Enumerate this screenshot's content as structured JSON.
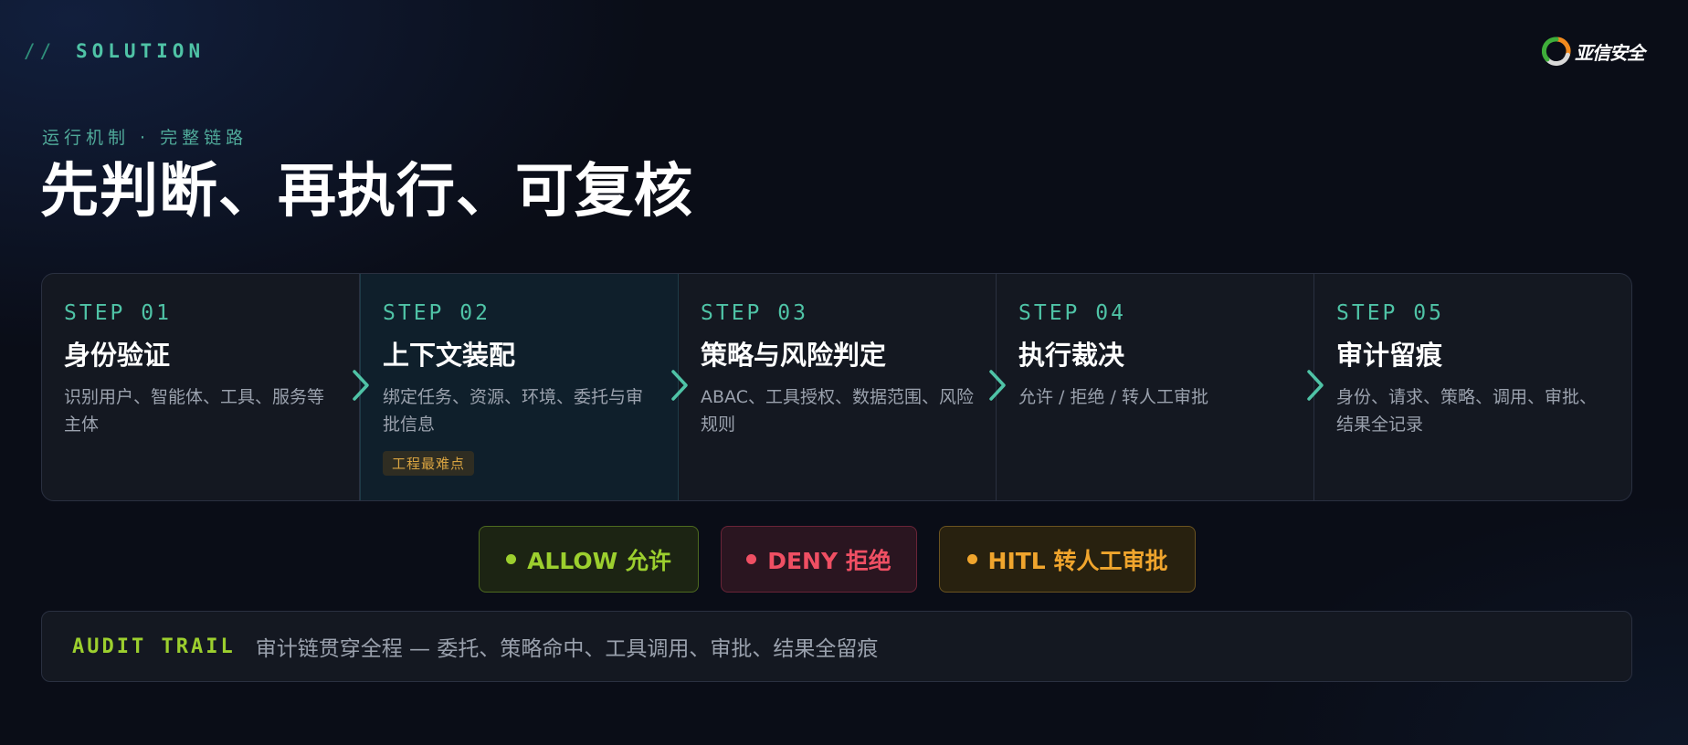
{
  "header": {
    "kicker_prefix": "//",
    "kicker": "SOLUTION",
    "logo_name": "亚信安全"
  },
  "subtitle": "运行机制 · 完整链路",
  "headline": "先判断、再执行、可复核",
  "steps": [
    {
      "num": "STEP 01",
      "title": "身份验证",
      "desc": "识别用户、智能体、工具、服务等主体",
      "badge": null,
      "highlight": false
    },
    {
      "num": "STEP 02",
      "title": "上下文装配",
      "desc": "绑定任务、资源、环境、委托与审批信息",
      "badge": "工程最难点",
      "highlight": true
    },
    {
      "num": "STEP 03",
      "title": "策略与风险判定",
      "desc": "ABAC、工具授权、数据范围、风险规则",
      "badge": null,
      "highlight": false
    },
    {
      "num": "STEP 04",
      "title": "执行裁决",
      "desc": "允许 / 拒绝 / 转人工审批",
      "badge": null,
      "highlight": false
    },
    {
      "num": "STEP 05",
      "title": "审计留痕",
      "desc": "身份、请求、策略、调用、审批、结果全记录",
      "badge": null,
      "highlight": false
    }
  ],
  "decisions": {
    "allow": "ALLOW 允许",
    "deny": "DENY 拒绝",
    "hitl": "HITL 转人工审批"
  },
  "audit": {
    "label": "AUDIT TRAIL",
    "text": "审计链贯穿全程 — 委托、策略命中、工具调用、审批、结果全留痕"
  },
  "colors": {
    "accent_teal": "#4fc3a6",
    "allow_green": "#9ccf2e",
    "deny_red": "#ef4f63",
    "hitl_orange": "#f0a52d"
  }
}
